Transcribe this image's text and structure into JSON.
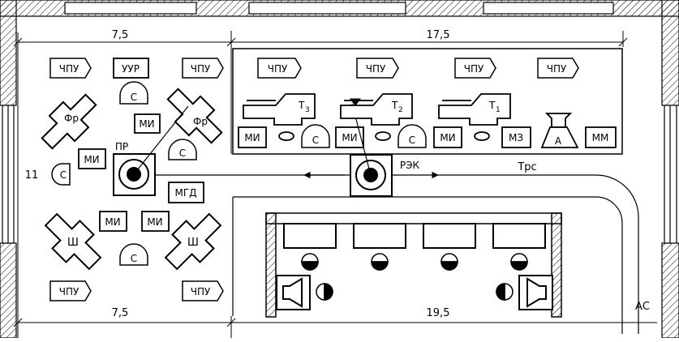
{
  "dimensions": {
    "left_top": "7,5",
    "right_top": "17,5",
    "left_bottom": "7,5",
    "right_bottom": "19,5",
    "left_height": "11"
  },
  "labels": {
    "chpu": "ЧПУ",
    "uur": "УУР",
    "c": "С",
    "mi": "МИ",
    "fr": "Фр",
    "pr": "ПР",
    "mgd": "МГД",
    "sh": "Ш",
    "rek": "РЭК",
    "trs": "Трс",
    "t3": "Т",
    "t3_sub": "3",
    "t2": "Т",
    "t2_sub": "2",
    "t1": "Т",
    "t1_sub": "1",
    "mz": "МЗ",
    "a": "А",
    "mm": "ММ",
    "as": "АС"
  }
}
